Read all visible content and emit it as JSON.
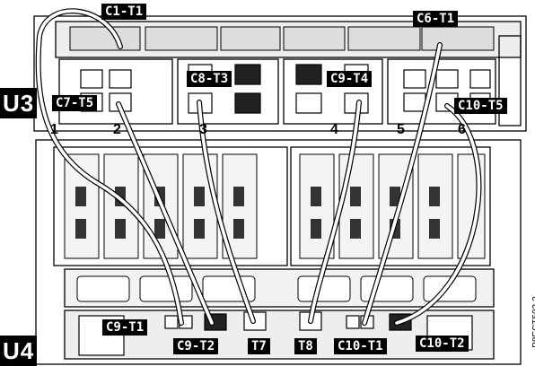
{
  "units": {
    "upper": "U3",
    "lower": "U4"
  },
  "port_numbers": [
    "1",
    "2",
    "3",
    "4",
    "5",
    "6"
  ],
  "top_labels": [
    "C1-T1",
    "C6-T1",
    "C7-T5",
    "C8-T3",
    "C9-T4",
    "C10-T5"
  ],
  "bottom_labels": [
    "C9-T1",
    "C9-T2",
    "T7",
    "T8",
    "C10-T1",
    "C10-T2"
  ],
  "figure_id": "P8ECT502-3"
}
